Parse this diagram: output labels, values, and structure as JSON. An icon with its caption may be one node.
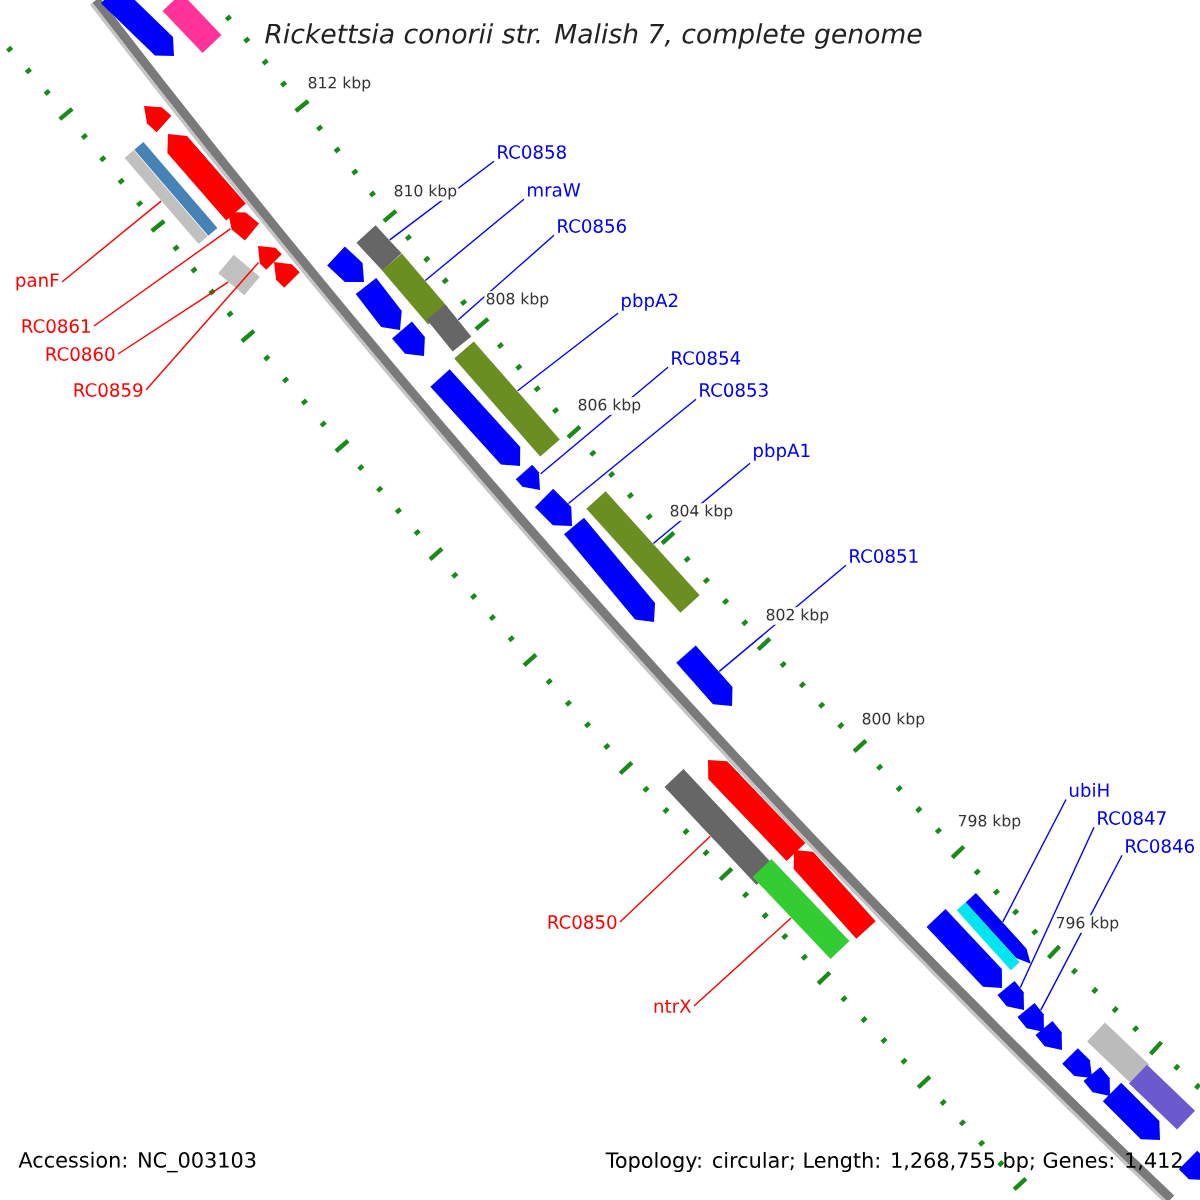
{
  "diagram": {
    "title": "Rickettsia conorii str. Malish 7, complete genome",
    "nodes": [
      {
        "text": [
          "RC0858"
        ]
      },
      {
        "text": [
          "mraW"
        ]
      },
      {
        "text": [
          "RC0856"
        ]
      },
      {
        "text": [
          "panF"
        ]
      },
      {
        "text": [
          "pbpA2"
        ]
      },
      {
        "text": [
          "RC0861"
        ]
      },
      {
        "text": [
          "RC0860"
        ]
      },
      {
        "text": [
          "RC0854"
        ]
      },
      {
        "text": [
          "RC0853"
        ]
      },
      {
        "text": [
          "RC0859"
        ]
      },
      {
        "text": [
          "pbpA1"
        ]
      },
      {
        "text": [
          "RC0851"
        ]
      },
      {
        "text": [
          "ubiH"
        ]
      },
      {
        "text": [
          "RC0847"
        ]
      },
      {
        "text": [
          "RC0846"
        ]
      },
      {
        "text": [
          "RC0850"
        ]
      },
      {
        "text": [
          "ntrX"
        ]
      },
      {
        "text": [],
        "shape": "box"
      },
      {
        "text": [],
        "shape": "pentagon"
      },
      {
        "text": [],
        "shape": "pentagon"
      },
      {
        "text": [],
        "shape": "pentagon"
      },
      {
        "text": [],
        "shape": "box"
      },
      {
        "text": [],
        "shape": "pentagon"
      },
      {
        "text": [],
        "shape": "box"
      },
      {
        "text": [],
        "shape": "pentagon"
      },
      {
        "text": [],
        "shape": "pentagon"
      },
      {
        "text": [],
        "shape": "pentagon"
      },
      {
        "text": [],
        "shape": "box"
      },
      {
        "text": [],
        "shape": "box"
      },
      {
        "text": [],
        "shape": "pentagon"
      },
      {
        "text": [],
        "shape": "box"
      },
      {
        "text": [],
        "shape": "pentagon"
      },
      {
        "text": [],
        "shape": "box"
      },
      {
        "text": [],
        "shape": "pentagon"
      },
      {
        "text": [],
        "shape": "pentagon"
      },
      {
        "text": [],
        "shape": "pentagon"
      },
      {
        "text": [],
        "shape": "box"
      },
      {
        "text": [],
        "shape": "pentagon"
      },
      {
        "text": [],
        "shape": "pentagon"
      },
      {
        "text": [],
        "shape": "pentagon"
      },
      {
        "text": [],
        "shape": "box"
      },
      {
        "text": [],
        "shape": "pentagon"
      },
      {
        "text": [],
        "shape": "box"
      },
      {
        "text": [],
        "shape": "pentagon"
      },
      {
        "text": [],
        "shape": "pentagon"
      },
      {
        "text": [],
        "shape": "pentagon"
      },
      {
        "text": [],
        "shape": "pentagon"
      },
      {
        "text": [],
        "shape": "pentagon"
      },
      {
        "text": [],
        "shape": "box"
      },
      {
        "text": [],
        "shape": "pentagon"
      },
      {
        "text": [],
        "shape": "pentagon"
      },
      {
        "text": [],
        "shape": "box"
      },
      {
        "text": [],
        "shape": "pentagon"
      },
      {
        "text": [],
        "shape": "pentagon"
      }
    ],
    "edges": [
      {
        "from": 0,
        "to": 23,
        "arrow": "none"
      },
      {
        "from": 1,
        "to": 28,
        "arrow": "none"
      },
      {
        "from": 2,
        "to": 30,
        "arrow": "none"
      },
      {
        "from": 3,
        "to": 21,
        "arrow": "none",
        "color": "#ff0000"
      },
      {
        "from": 4,
        "to": 32,
        "arrow": "none"
      },
      {
        "from": 5,
        "to": 22,
        "arrow": "none",
        "color": "#ff0000"
      },
      {
        "from": 6,
        "to": 27,
        "arrow": "none",
        "color": "#ff0000"
      },
      {
        "from": 7,
        "to": 34,
        "arrow": "none"
      },
      {
        "from": 8,
        "to": 35,
        "arrow": "none"
      },
      {
        "from": 9,
        "to": 24,
        "arrow": "none",
        "color": "#ff0000"
      },
      {
        "from": 10,
        "to": 36,
        "arrow": "none"
      },
      {
        "from": 11,
        "to": 38,
        "arrow": "none"
      },
      {
        "from": 12,
        "to": 43,
        "arrow": "none"
      },
      {
        "from": 13,
        "to": 45,
        "arrow": "none"
      },
      {
        "from": 14,
        "to": 46,
        "arrow": "none"
      },
      {
        "from": 15,
        "to": 40,
        "arrow": "none",
        "color": "#ff0000"
      },
      {
        "from": 16,
        "to": 42,
        "arrow": "none",
        "color": "#ff0000"
      }
    ],
    "labels": [
      "812 kbp",
      "810 kbp",
      "808 kbp",
      "806 kbp",
      "804 kbp",
      "802 kbp",
      "800 kbp",
      "798 kbp",
      "796 kbp",
      "Accession: NC_003103",
      "Topology: circular; Length: 1,268,755 bp; Genes: 1,412"
    ]
  }
}
